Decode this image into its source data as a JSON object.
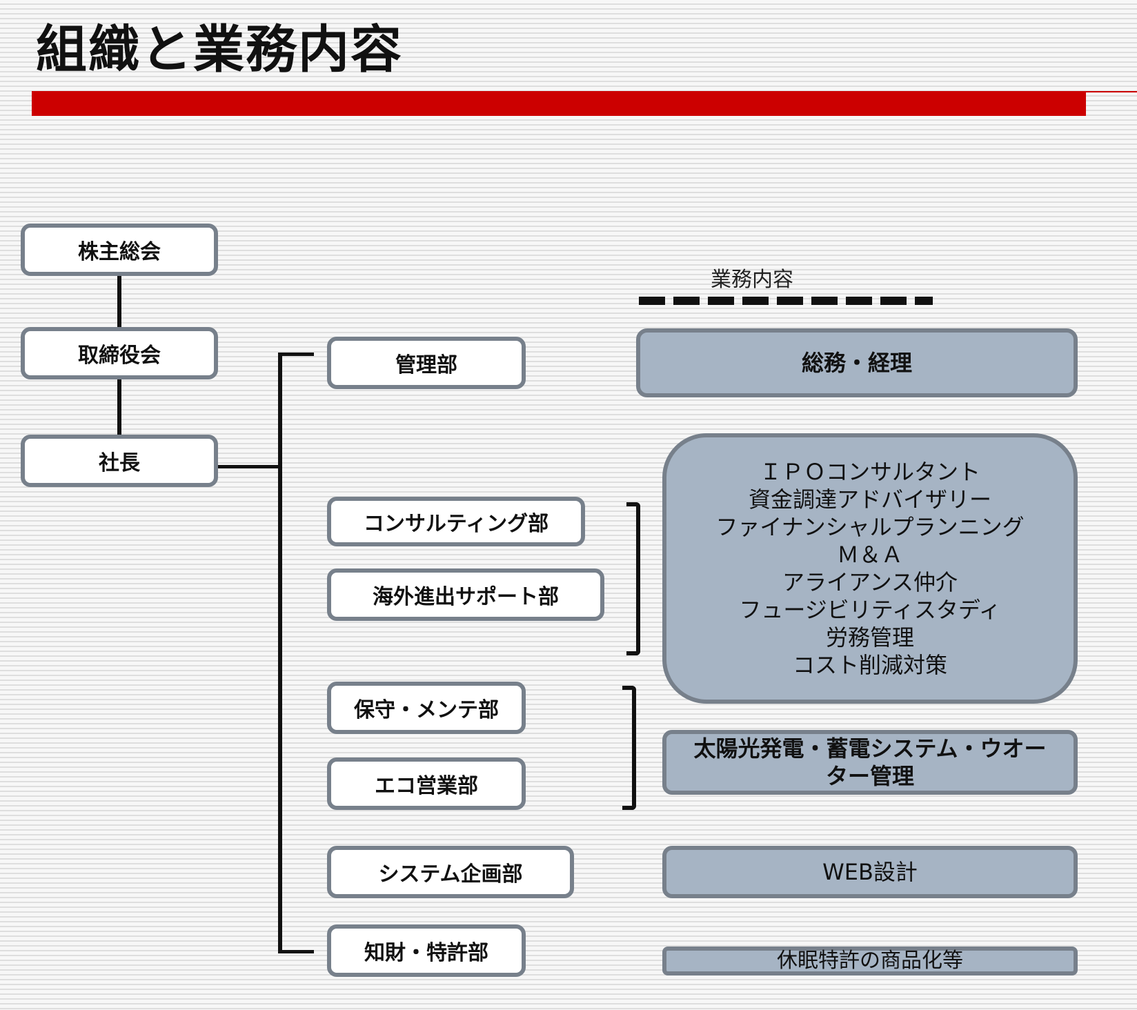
{
  "title": "組織と業務内容",
  "org": {
    "shareholders": "株主総会",
    "board": "取締役会",
    "president": "社長"
  },
  "departments": {
    "admin": "管理部",
    "consulting": "コンサルティング部",
    "overseas": "海外進出サポート部",
    "maintenance": "保守・メンテ部",
    "eco_sales": "エコ営業部",
    "system_planning": "システム企画部",
    "ip": "知財・特許部"
  },
  "duties_header": "業務内容",
  "duties": {
    "admin": "総務・経理",
    "consulting": "ＩＰＯコンサルタント\n資金調達アドバイザリー\nファイナンシャルプランニング\nＭ＆Ａ\nアライアンス仲介\nフュージビリティスタディ\n労務管理\nコスト削減対策",
    "eco": "太陽光発電・蓄電システム・ウオー\nター管理",
    "system": "WEB設計",
    "ip": "休眠特許の商品化等"
  },
  "colors": {
    "accent_red": "#cc0000",
    "duty_fill": "#a6b4c4",
    "box_border": "#77808b"
  }
}
